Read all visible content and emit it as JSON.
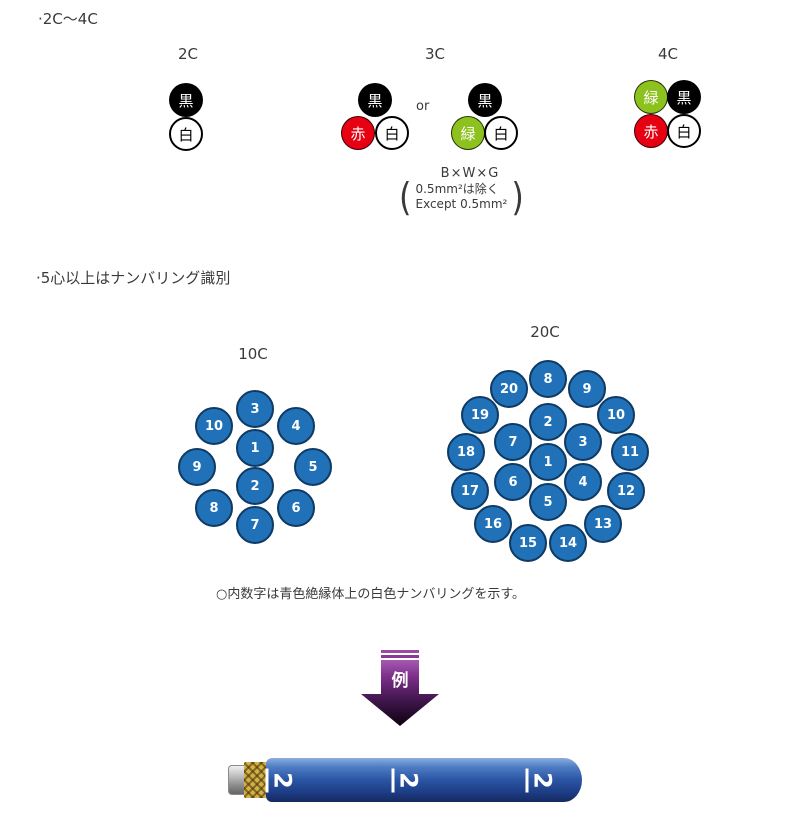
{
  "headings": {
    "section1": "·2C〜4C",
    "section2": "·5心以上はナンバリング識別"
  },
  "colors": {
    "core_black": "#000000",
    "core_white": "#ffffff",
    "core_red": "#e60012",
    "core_green": "#8cc11e",
    "core_blue": "#2071b8",
    "core_blue_border": "#0e3a63",
    "arrow_purple": "#7d2f8a",
    "cable_blue": "#2c57a5"
  },
  "groups": {
    "c2": {
      "label": "2C",
      "cores": [
        {
          "name": "black",
          "text": "黒"
        },
        {
          "name": "white",
          "text": "白"
        }
      ]
    },
    "c3": {
      "label": "3C",
      "or_text": "or",
      "option1": [
        {
          "name": "black",
          "text": "黒"
        },
        {
          "name": "red",
          "text": "赤"
        },
        {
          "name": "white",
          "text": "白"
        }
      ],
      "option2": [
        {
          "name": "black",
          "text": "黒"
        },
        {
          "name": "green",
          "text": "緑"
        },
        {
          "name": "white",
          "text": "白"
        }
      ],
      "formula": "B×W×G",
      "note_jp": "0.5mm²は除く",
      "note_en": "Except 0.5mm²"
    },
    "c4": {
      "label": "4C",
      "cores": [
        {
          "name": "green",
          "text": "緑"
        },
        {
          "name": "black",
          "text": "黒"
        },
        {
          "name": "red",
          "text": "赤"
        },
        {
          "name": "white",
          "text": "白"
        }
      ]
    }
  },
  "clusters": [
    {
      "label": "10C",
      "rings": [
        [
          "1",
          "2"
        ],
        [
          "3",
          "4",
          "5",
          "6",
          "7",
          "8",
          "9",
          "10"
        ]
      ]
    },
    {
      "label": "20C",
      "rings": [
        [
          "1"
        ],
        [
          "2",
          "3",
          "4",
          "5",
          "6",
          "7"
        ],
        [
          "8",
          "9",
          "10",
          "11",
          "12",
          "13",
          "14",
          "15",
          "16",
          "17",
          "18",
          "19",
          "20"
        ]
      ]
    }
  ],
  "note": "○内数字は青色絶縁体上の白色ナンバリングを示す。",
  "arrow": {
    "label": "例"
  },
  "cable": {
    "marks": [
      "2",
      "2",
      "2"
    ]
  }
}
